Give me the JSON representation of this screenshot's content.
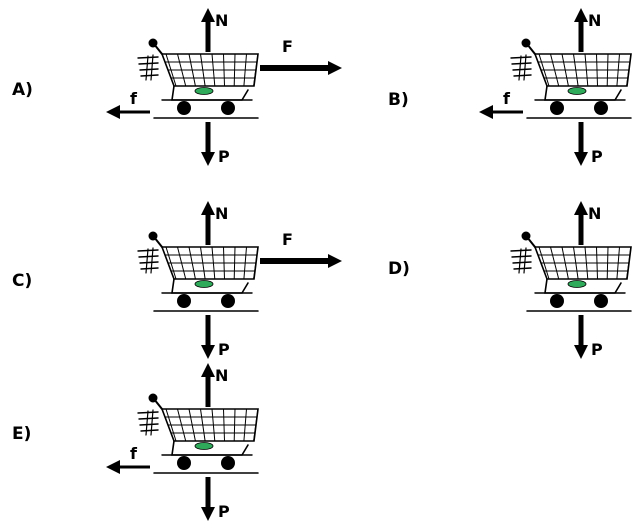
{
  "options": [
    {
      "letter": "A)",
      "forces": {
        "N": "N",
        "P": "P",
        "F": "F",
        "f": "f"
      }
    },
    {
      "letter": "B)",
      "forces": {
        "N": "N",
        "P": "P",
        "f": "f"
      }
    },
    {
      "letter": "C)",
      "forces": {
        "N": "N",
        "P": "P",
        "F": "F"
      }
    },
    {
      "letter": "D)",
      "forces": {
        "N": "N",
        "P": "P"
      }
    },
    {
      "letter": "E)",
      "forces": {
        "N": "N",
        "P": "P",
        "f": "f"
      }
    }
  ],
  "colors": {
    "ink": "#000000",
    "basket_item": "#2eaa5a",
    "background": "#ffffff"
  }
}
